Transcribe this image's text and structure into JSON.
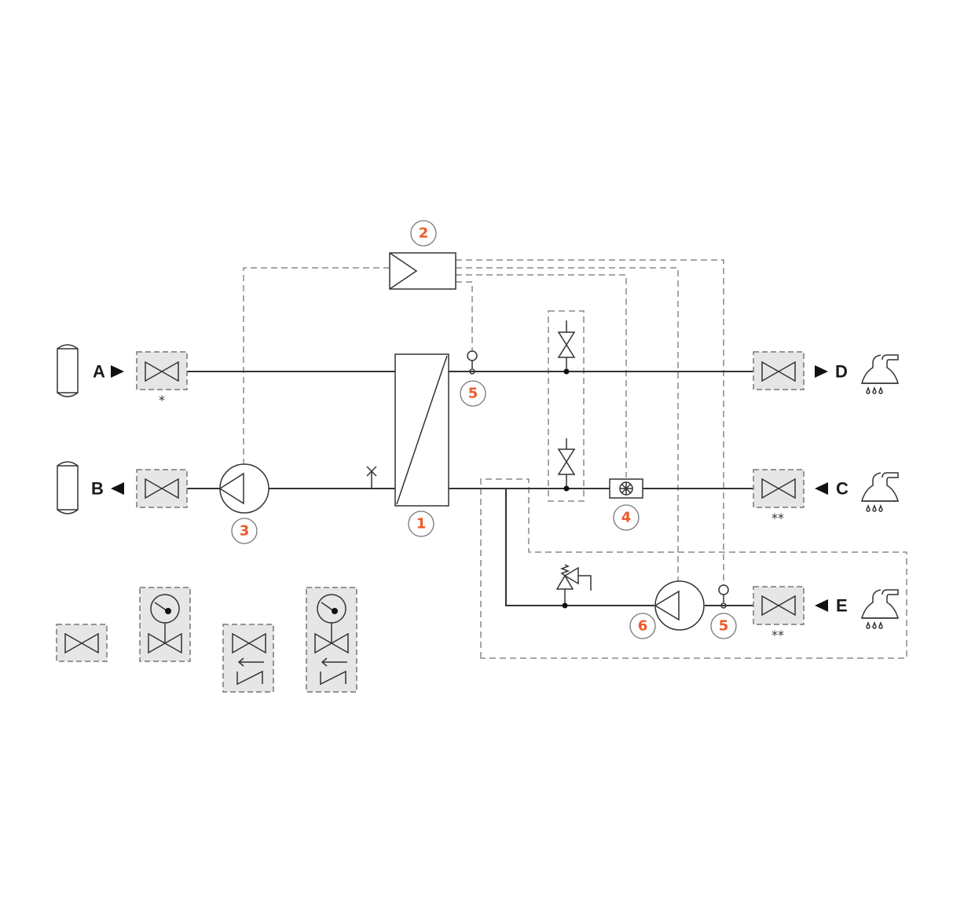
{
  "diagram": {
    "title": "Heat exchanger hydraulic schematic",
    "components": [
      {
        "id": "1",
        "label": "1",
        "kind": "plate heat exchanger"
      },
      {
        "id": "2",
        "label": "2",
        "kind": "controller"
      },
      {
        "id": "3",
        "label": "3",
        "kind": "primary circulation pump"
      },
      {
        "id": "4",
        "label": "4",
        "kind": "flow meter"
      },
      {
        "id": "5a",
        "label": "5",
        "kind": "temperature sensor (hot water outlet)"
      },
      {
        "id": "5b",
        "label": "5",
        "kind": "temperature sensor (circulation return)"
      },
      {
        "id": "6",
        "label": "6",
        "kind": "circulation pump"
      }
    ],
    "ports": {
      "A": {
        "label": "A",
        "direction": "in",
        "note": "*"
      },
      "B": {
        "label": "B",
        "direction": "out",
        "note": ""
      },
      "C": {
        "label": "C",
        "direction": "in",
        "note": "**"
      },
      "D": {
        "label": "D",
        "direction": "out",
        "note": ""
      },
      "E": {
        "label": "E",
        "direction": "in",
        "note": "**"
      }
    },
    "legend": [
      {
        "name": "shut-off valve"
      },
      {
        "name": "shut-off valve with pressure gauge"
      },
      {
        "name": "shut-off valve with check valve"
      },
      {
        "name": "shut-off valve with pressure gauge and check valve"
      }
    ],
    "colors": {
      "accent": "#ee5a2a",
      "line": "#333333",
      "signal": "#8a8a8a",
      "valve_fill": "#e6e6e6"
    }
  }
}
